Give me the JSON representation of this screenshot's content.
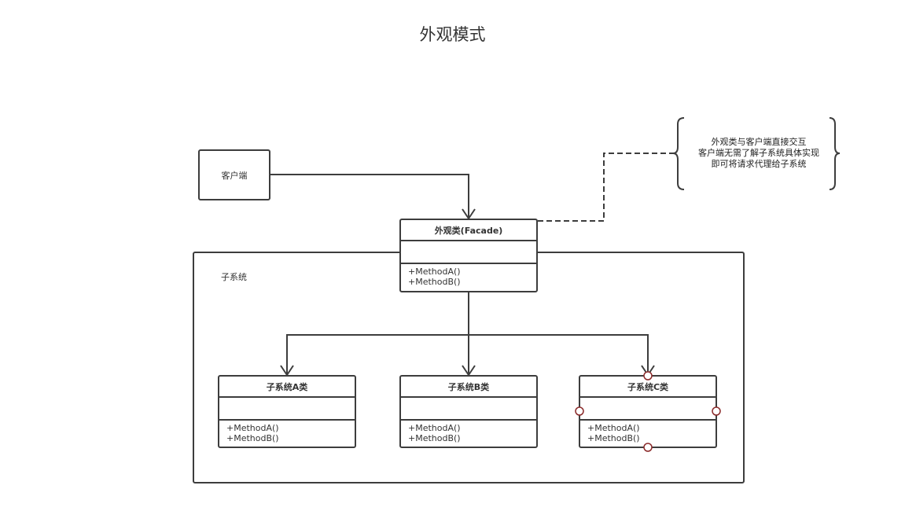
{
  "title": "外观模式",
  "client": {
    "label": "客户端"
  },
  "facade": {
    "name": "外观类(Facade)",
    "methods": [
      "+MethodA()",
      "+MethodB()"
    ]
  },
  "subsystem": {
    "label": "子系统"
  },
  "classes": [
    {
      "name": "子系统A类",
      "methods": [
        "+MethodA()",
        "+MethodB()"
      ]
    },
    {
      "name": "子系统B类",
      "methods": [
        "+MethodA()",
        "+MethodB()"
      ]
    },
    {
      "name": "子系统C类",
      "methods": [
        "+MethodA()",
        "+MethodB()"
      ]
    }
  ],
  "note": {
    "lines": [
      "外观类与客户端直接交互",
      "客户端无需了解子系统具体实现",
      "即可将请求代理给子系统"
    ]
  },
  "colors": {
    "line": "#3d3d3d",
    "connection_point": "#8b2a2a"
  }
}
